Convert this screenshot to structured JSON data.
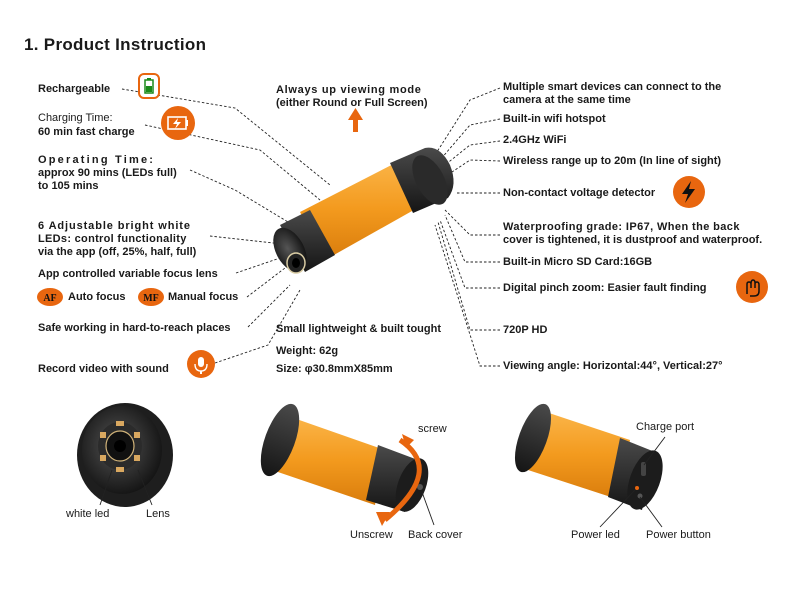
{
  "title": "1. Product Instruction",
  "left": {
    "rechargeable": "Rechargeable",
    "charging_label": "Charging Time:",
    "charging_value": "60 min fast charge",
    "operating_label": "Operating Time:",
    "operating_line1": "approx 90 mins (LEDs full)",
    "operating_line2": "to 105 mins",
    "leds_line1": "6 Adjustable bright white",
    "leds_line2": "LEDs: control functionality",
    "leds_line3": "via the app (off, 25%, half, full)",
    "focus_lens": "App controlled variable focus lens",
    "auto_focus": "Auto focus",
    "manual_focus": "Manual focus",
    "af_badge": "AF",
    "mf_badge": "MF",
    "safe_working": "Safe working in hard-to-reach places",
    "record_video": "Record video with sound"
  },
  "center": {
    "viewing_mode_line1": "Always up viewing mode",
    "viewing_mode_line2": "(either Round or Full Screen)",
    "small_light": "Small lightweight & built tought",
    "weight": "Weight: 62g",
    "size": "Size: φ30.8mmX85mm"
  },
  "right": {
    "multi_line1": "Multiple smart devices can connect to the",
    "multi_line2": "camera at the same time",
    "hotspot": "Built-in wifi hotspot",
    "wifi": "2.4GHz WiFi",
    "range": "Wireless range up to 20m (In line of sight)",
    "voltage": "Non-contact voltage detector",
    "waterproof_line1": "Waterproofing grade: IP67, When the back",
    "waterproof_line2": "cover is tightened, it is dustproof and waterproof.",
    "sdcard": "Built-in Micro SD Card:16GB",
    "zoom": "Digital pinch zoom: Easier fault finding",
    "hd": "720P HD",
    "angle": "Viewing angle: Horizontal:44°, Vertical:27°"
  },
  "bottom": {
    "white_led": "white led",
    "lens": "Lens",
    "screw": "screw",
    "unscrew": "Unscrew",
    "back_cover": "Back cover",
    "charge_port": "Charge port",
    "power_led": "Power led",
    "power_button": "Power button"
  },
  "colors": {
    "orange": "#f39a1e",
    "dark": "#2b2b2b",
    "accent": "#e8660f"
  },
  "icons": [
    "battery-icon",
    "charging-icon",
    "lightning-icon",
    "pinch-zoom-icon",
    "microphone-icon",
    "arrow-up-icon"
  ]
}
